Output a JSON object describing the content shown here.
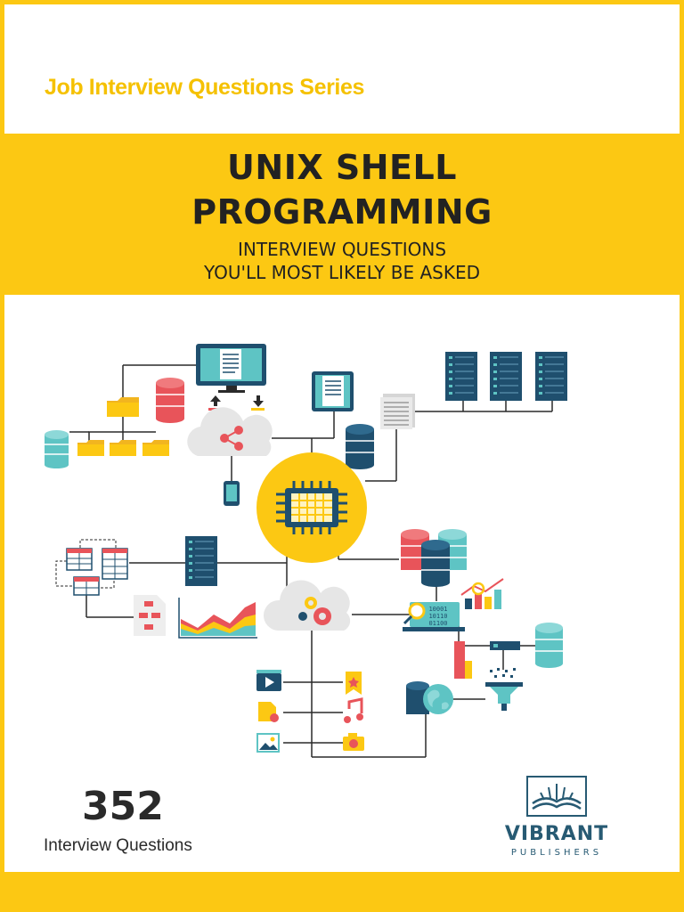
{
  "series_label": "Job Interview Questions Series",
  "title": {
    "line1": "UNIX SHELL",
    "line2": "PROGRAMMING"
  },
  "subtitle": {
    "line1": "INTERVIEW QUESTIONS",
    "line2": "YOU'LL MOST LIKELY BE ASKED"
  },
  "question_count": {
    "number": "352",
    "label": "Interview Questions"
  },
  "publisher": {
    "name": "VIBRANT",
    "subtitle": "PUBLISHERS"
  },
  "illustration": {
    "binary_lines": [
      "10001",
      "10110",
      "01100"
    ],
    "colors": {
      "yellow": "#fcc813",
      "teal": "#5ec4c4",
      "navy": "#1f4f6e",
      "red": "#e8545a",
      "dark": "#2a2a2a"
    }
  }
}
